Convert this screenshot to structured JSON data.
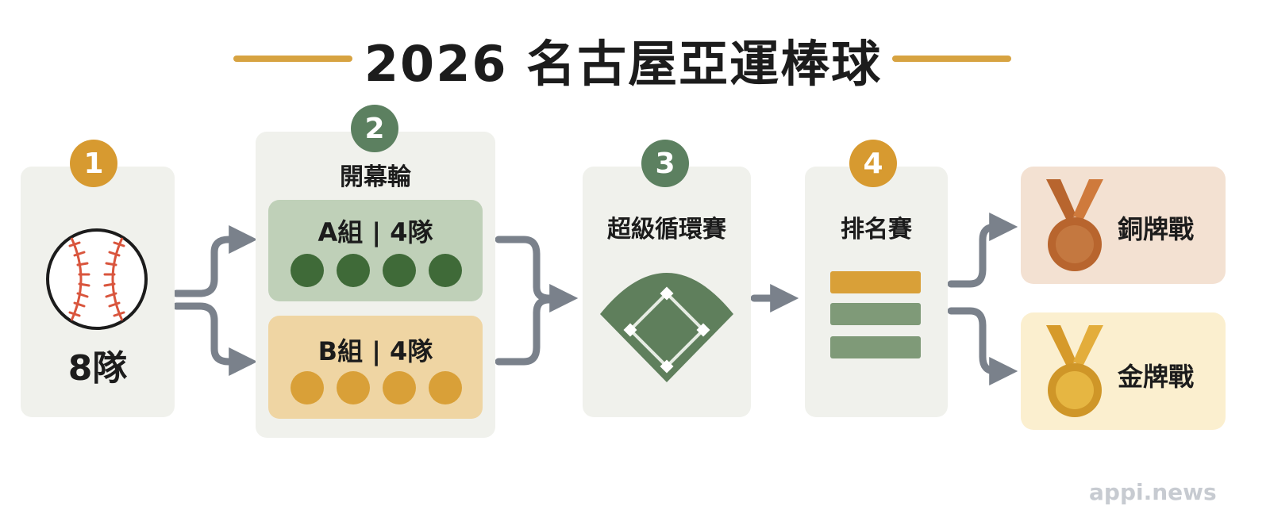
{
  "title": "2026 名古屋亞運棒球",
  "steps": [
    {
      "number": "1",
      "label": "8隊"
    },
    {
      "number": "2",
      "label": "開幕輪"
    },
    {
      "number": "3",
      "label": "超級循環賽"
    },
    {
      "number": "4",
      "label": "排名賽"
    }
  ],
  "groups": [
    {
      "label": "A組 | 4隊",
      "teams": 4
    },
    {
      "label": "B組 | 4隊",
      "teams": 4
    }
  ],
  "medals": [
    {
      "label": "銅牌戰",
      "type": "bronze"
    },
    {
      "label": "金牌戰",
      "type": "gold"
    }
  ],
  "watermark": "appi.news",
  "colors": {
    "accent_gold": "#d7a341",
    "accent_green": "#5c8060",
    "arrow": "#7a818b",
    "field": "#5f7f5c"
  }
}
